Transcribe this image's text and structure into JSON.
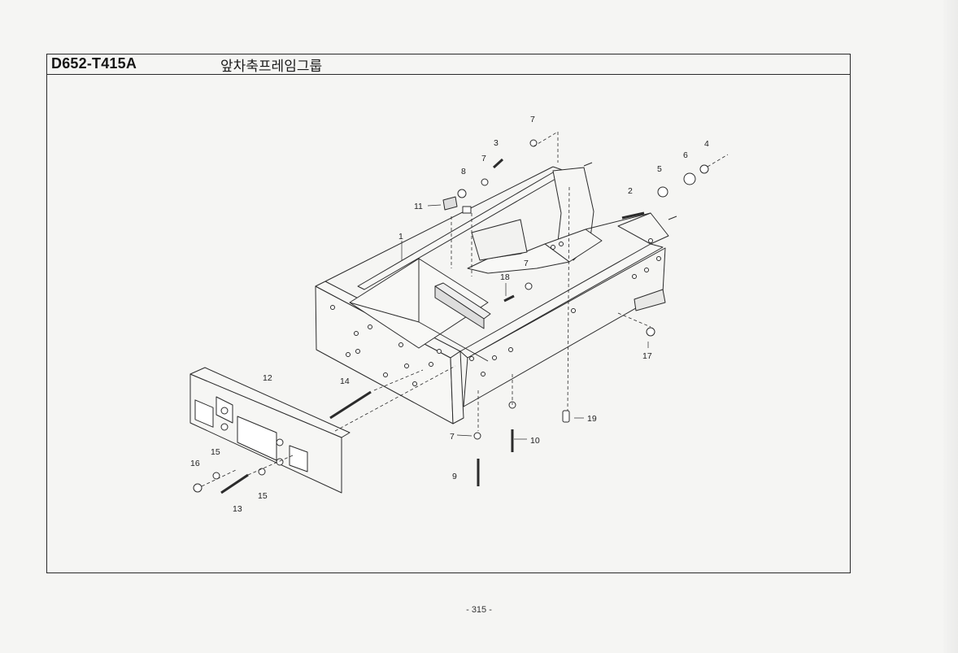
{
  "header": {
    "code": "D652-T415A",
    "title": "앞차축프레임그룹"
  },
  "callouts": [
    {
      "id": "c1",
      "label": "1"
    },
    {
      "id": "c2",
      "label": "2"
    },
    {
      "id": "c3",
      "label": "3"
    },
    {
      "id": "c4",
      "label": "4"
    },
    {
      "id": "c5",
      "label": "5"
    },
    {
      "id": "c6",
      "label": "6"
    },
    {
      "id": "c7a",
      "label": "7"
    },
    {
      "id": "c7b",
      "label": "7"
    },
    {
      "id": "c7c",
      "label": "7"
    },
    {
      "id": "c7d",
      "label": "7"
    },
    {
      "id": "c8",
      "label": "8"
    },
    {
      "id": "c9",
      "label": "9"
    },
    {
      "id": "c10",
      "label": "10"
    },
    {
      "id": "c11",
      "label": "11"
    },
    {
      "id": "c12",
      "label": "12"
    },
    {
      "id": "c13",
      "label": "13"
    },
    {
      "id": "c14",
      "label": "14"
    },
    {
      "id": "c15a",
      "label": "15"
    },
    {
      "id": "c15b",
      "label": "15"
    },
    {
      "id": "c16",
      "label": "16"
    },
    {
      "id": "c17",
      "label": "17"
    },
    {
      "id": "c18",
      "label": "18"
    },
    {
      "id": "c19",
      "label": "19"
    }
  ],
  "footer": {
    "page_number": "- 315 -"
  }
}
